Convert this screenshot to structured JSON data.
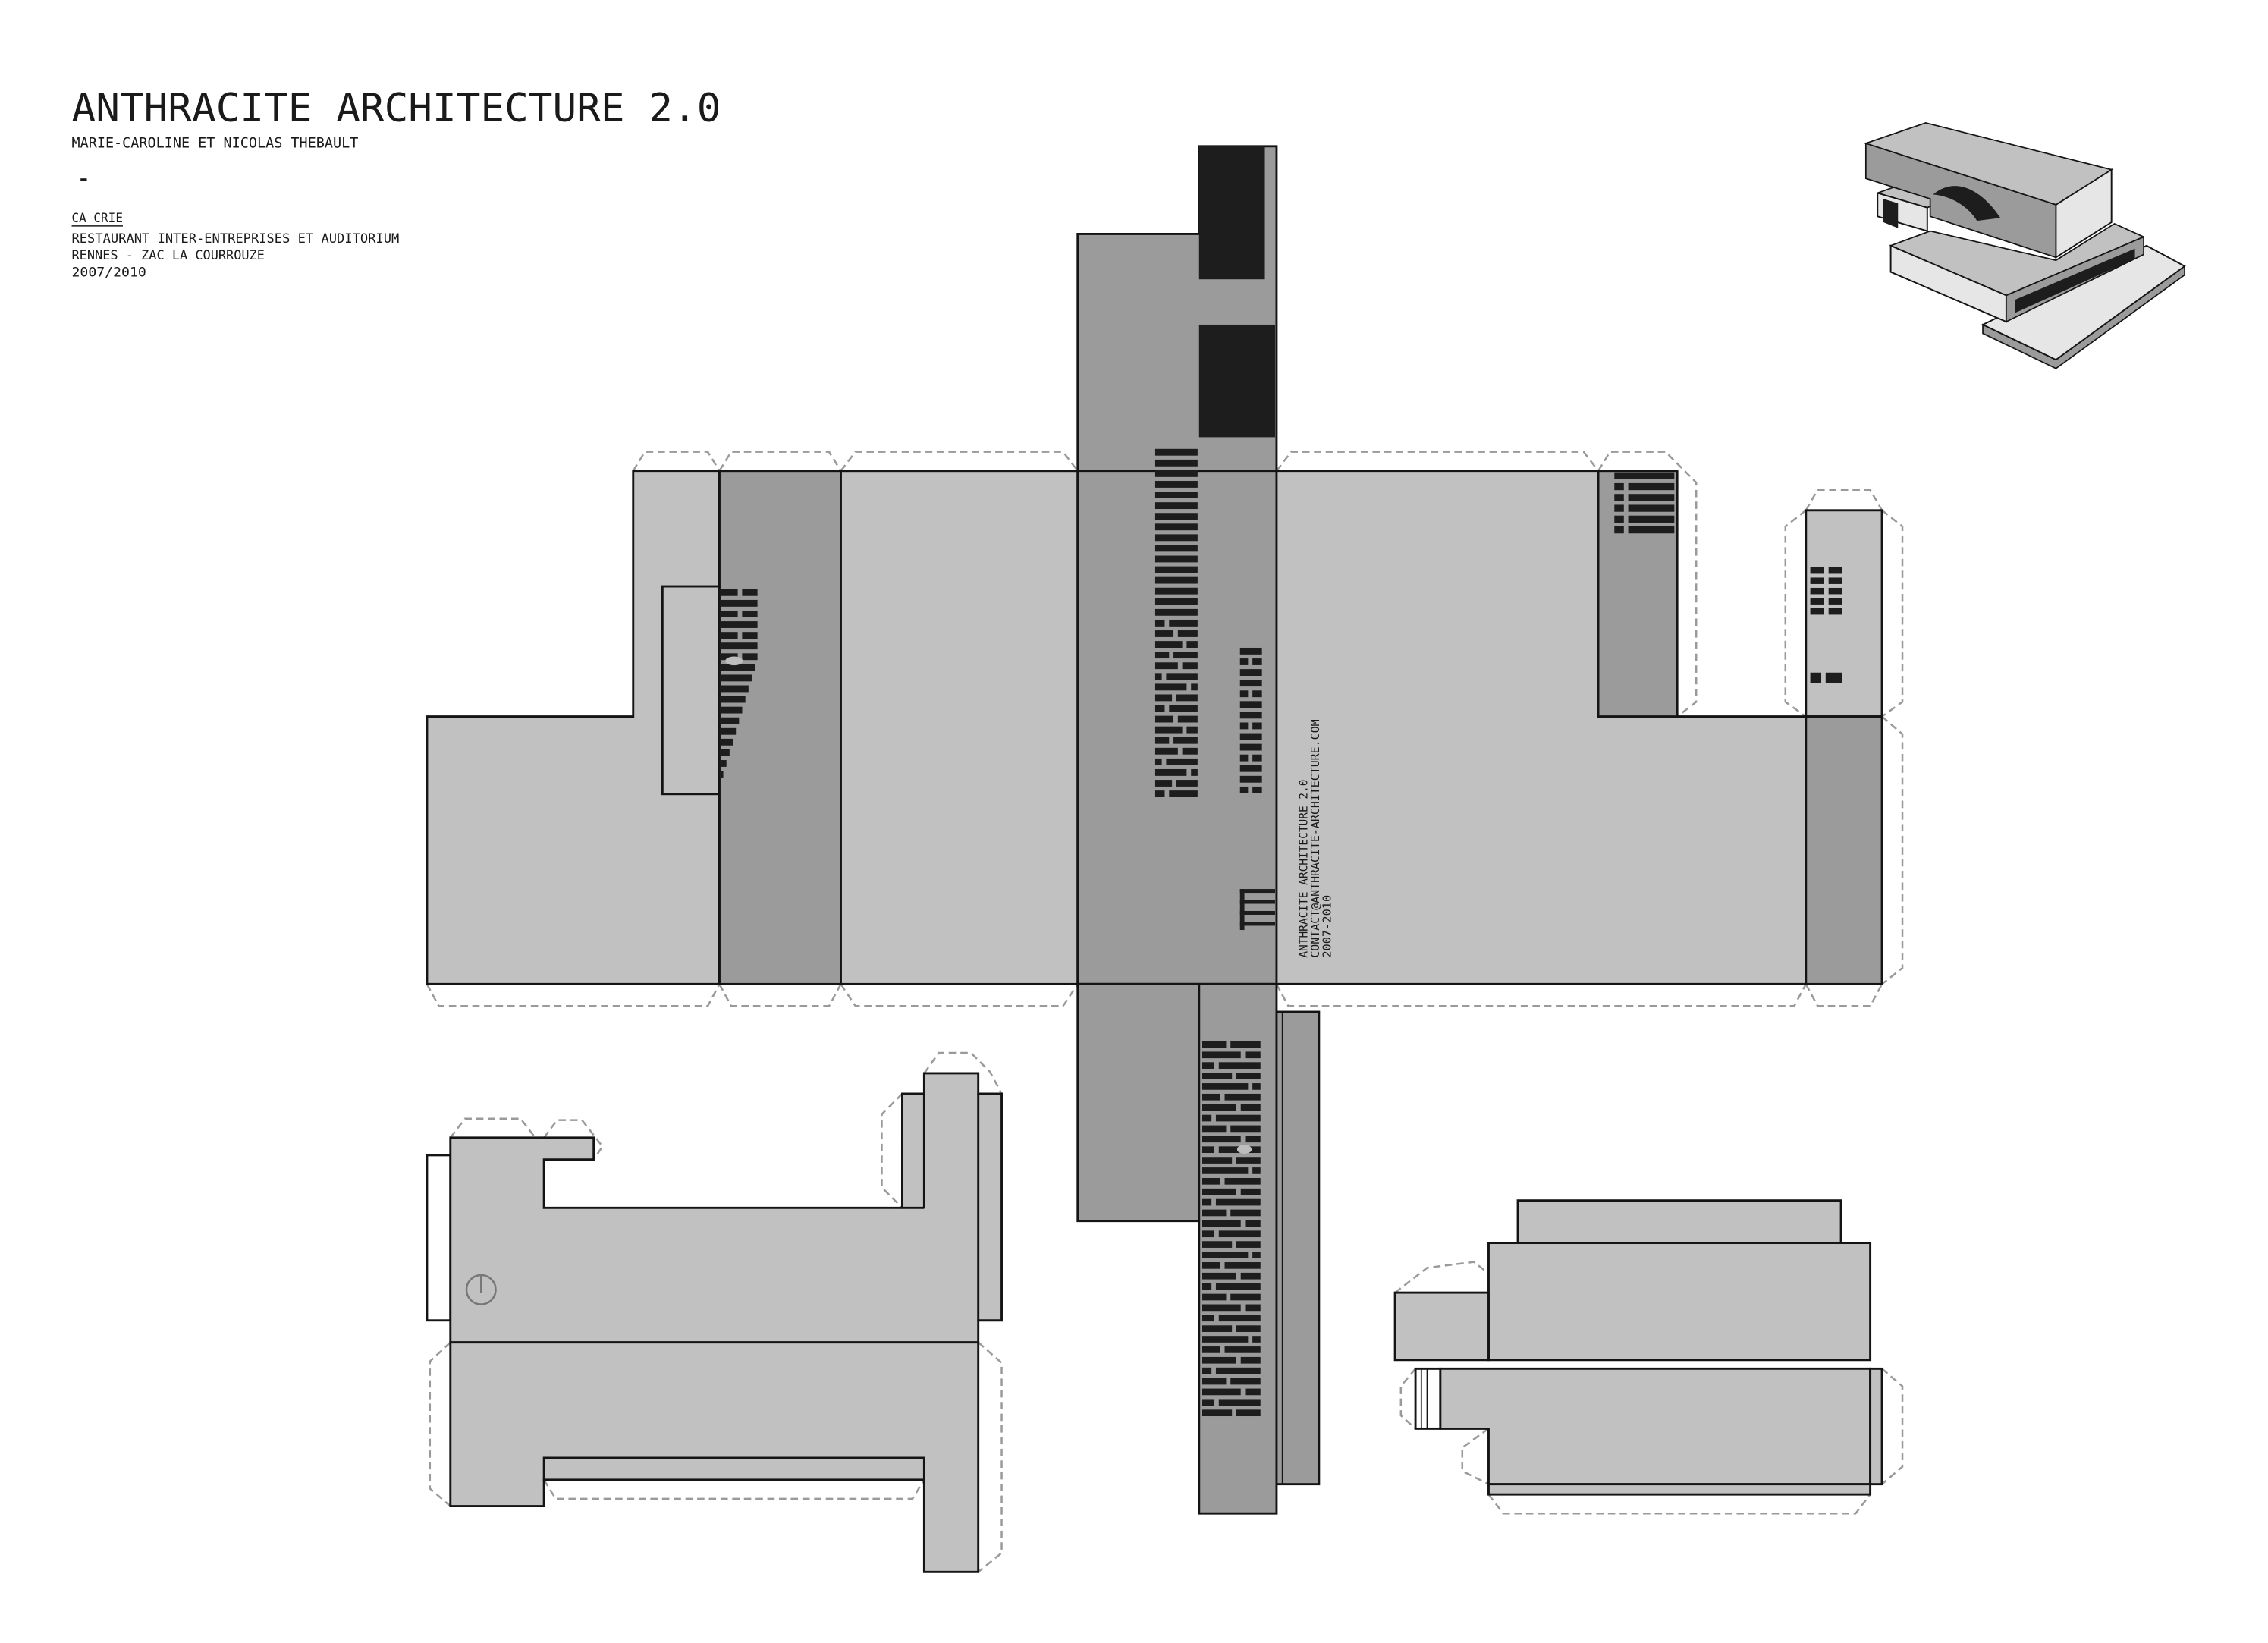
{
  "header": {
    "title": "ANTHRACITE ARCHITECTURE 2.0",
    "partners": "MARIE-CAROLINE ET NICOLAS THEBAULT",
    "separator": "-"
  },
  "project": {
    "name": "CA CRIE",
    "program": "RESTAURANT INTER-ENTREPRISES ET AUDITORIUM",
    "location": "RENNES - ZAC LA COURROUZE",
    "years": "2007/2010"
  },
  "model_credits": {
    "firm": "ANTHRACITE ARCHITECTURE 2.0",
    "contact": "CONTACT@ANTHRACITE-ARCHITECTURE.COM",
    "years": "2007-2010"
  },
  "colors": {
    "light_panel": "#c1c1c1",
    "mid_panel": "#9b9b9b",
    "dark_openings": "#1d1d1d",
    "fold_tab_dash": "#9a9a9a",
    "ink": "#141414"
  }
}
